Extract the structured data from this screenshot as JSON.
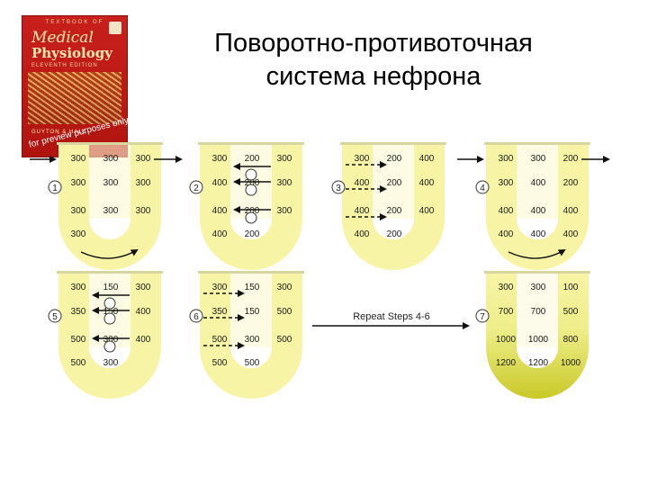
{
  "title": {
    "line1": "Поворотно-противоточная",
    "line2": "система нефрона"
  },
  "book": {
    "series": "TEXTBOOK OF",
    "title_line1": "Medical",
    "title_line2": "Physiology",
    "edition": "ELEVENTH EDITION",
    "authors": "GUYTON & HALL",
    "stamp": "for preview purposes only"
  },
  "colors": {
    "loop_fill": "#f7f4a6",
    "loop_fill_dark": "#d9d83a",
    "label": "#1a1a1a",
    "arrow": "#111111",
    "title_text": "#000000"
  },
  "diagrams": [
    {
      "step": "1",
      "values": [
        "300",
        "300",
        "300",
        "300",
        "300",
        "300",
        "300",
        "300",
        "300",
        "300"
      ],
      "has_in_out": true,
      "bottom_arrow": true,
      "pumps": [],
      "dashed": []
    },
    {
      "step": "2",
      "values": [
        "300",
        "200",
        "300",
        "400",
        "200",
        "300",
        "400",
        "200",
        "300",
        "400",
        "200"
      ],
      "has_in_out": false,
      "bottom_arrow": false,
      "pumps": [
        0,
        1,
        2
      ],
      "dashed": []
    },
    {
      "step": "3",
      "values": [
        "300",
        "200",
        "400",
        "400",
        "200",
        "400",
        "400",
        "200",
        "400",
        "400",
        "200"
      ],
      "has_in_out": false,
      "bottom_arrow": false,
      "pumps": [],
      "dashed": [
        0,
        1,
        2
      ]
    },
    {
      "step": "4",
      "values": [
        "300",
        "300",
        "200",
        "300",
        "400",
        "200",
        "400",
        "400",
        "400",
        "400",
        "400",
        "400"
      ],
      "has_in_out": true,
      "bottom_arrow": true,
      "pumps": [],
      "dashed": []
    },
    {
      "step": "5",
      "values": [
        "300",
        "150",
        "300",
        "350",
        "150",
        "400",
        "500",
        "300",
        "400",
        "500",
        "300"
      ],
      "has_in_out": false,
      "bottom_arrow": false,
      "pumps": [
        0,
        1,
        2
      ],
      "dashed": []
    },
    {
      "step": "6",
      "values": [
        "300",
        "150",
        "300",
        "350",
        "150",
        "500",
        "500",
        "300",
        "500",
        "500",
        "500"
      ],
      "has_in_out": false,
      "bottom_arrow": false,
      "pumps": [],
      "dashed": [
        0,
        1,
        2
      ]
    },
    {
      "step": "7",
      "values": [
        "300",
        "300",
        "100",
        "700",
        "700",
        "500",
        "1000",
        "1000",
        "800",
        "1200",
        "1200",
        "1000"
      ],
      "has_in_out": false,
      "bottom_arrow": false,
      "pumps": [],
      "dashed": [],
      "concentrated": true
    }
  ],
  "repeat_label": "Repeat Steps 4-6"
}
